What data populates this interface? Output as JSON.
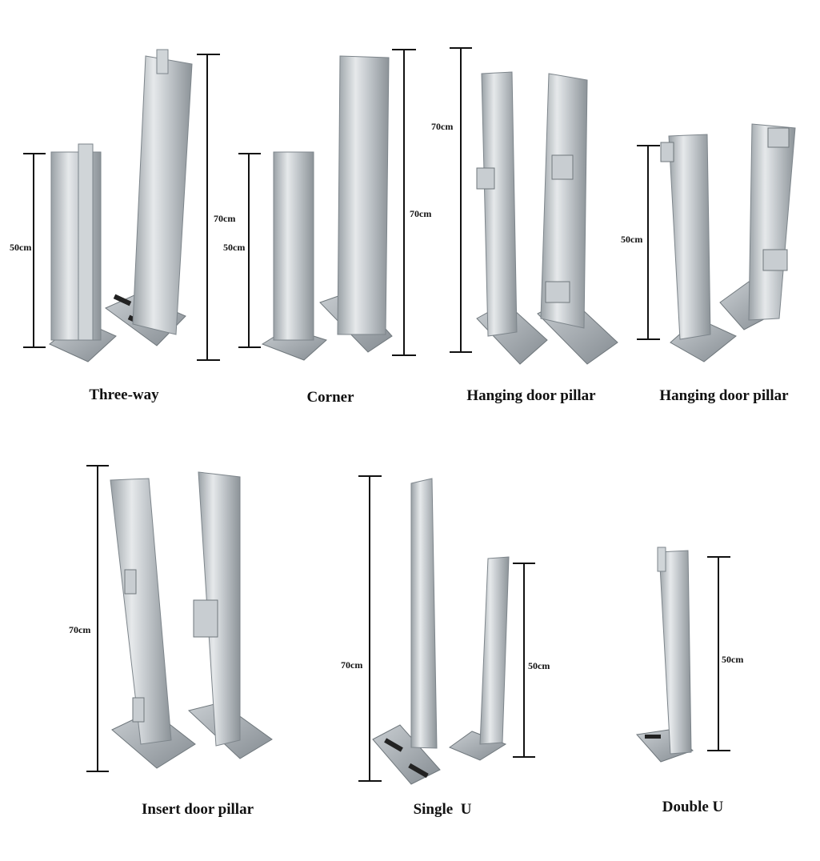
{
  "products": [
    {
      "name": "Three-way",
      "sizes": [
        "50cm",
        "70cm"
      ]
    },
    {
      "name": "Corner",
      "sizes": [
        "50cm",
        "70cm"
      ]
    },
    {
      "name": "Hanging door pillar",
      "sizes": [
        "70cm"
      ]
    },
    {
      "name": "Hanging door pillar",
      "sizes": [
        "50cm"
      ]
    },
    {
      "name": "Insert door pillar",
      "sizes": [
        "70cm"
      ]
    },
    {
      "name": "Single  U",
      "sizes": [
        "70cm",
        "50cm"
      ]
    },
    {
      "name": "Double U",
      "sizes": [
        "50cm"
      ]
    }
  ],
  "colors": {
    "metal_light": "#dfe3e6",
    "metal_mid": "#b9bfc4",
    "metal_dark": "#7d858b",
    "slot": "#222222",
    "line": "#111111"
  }
}
